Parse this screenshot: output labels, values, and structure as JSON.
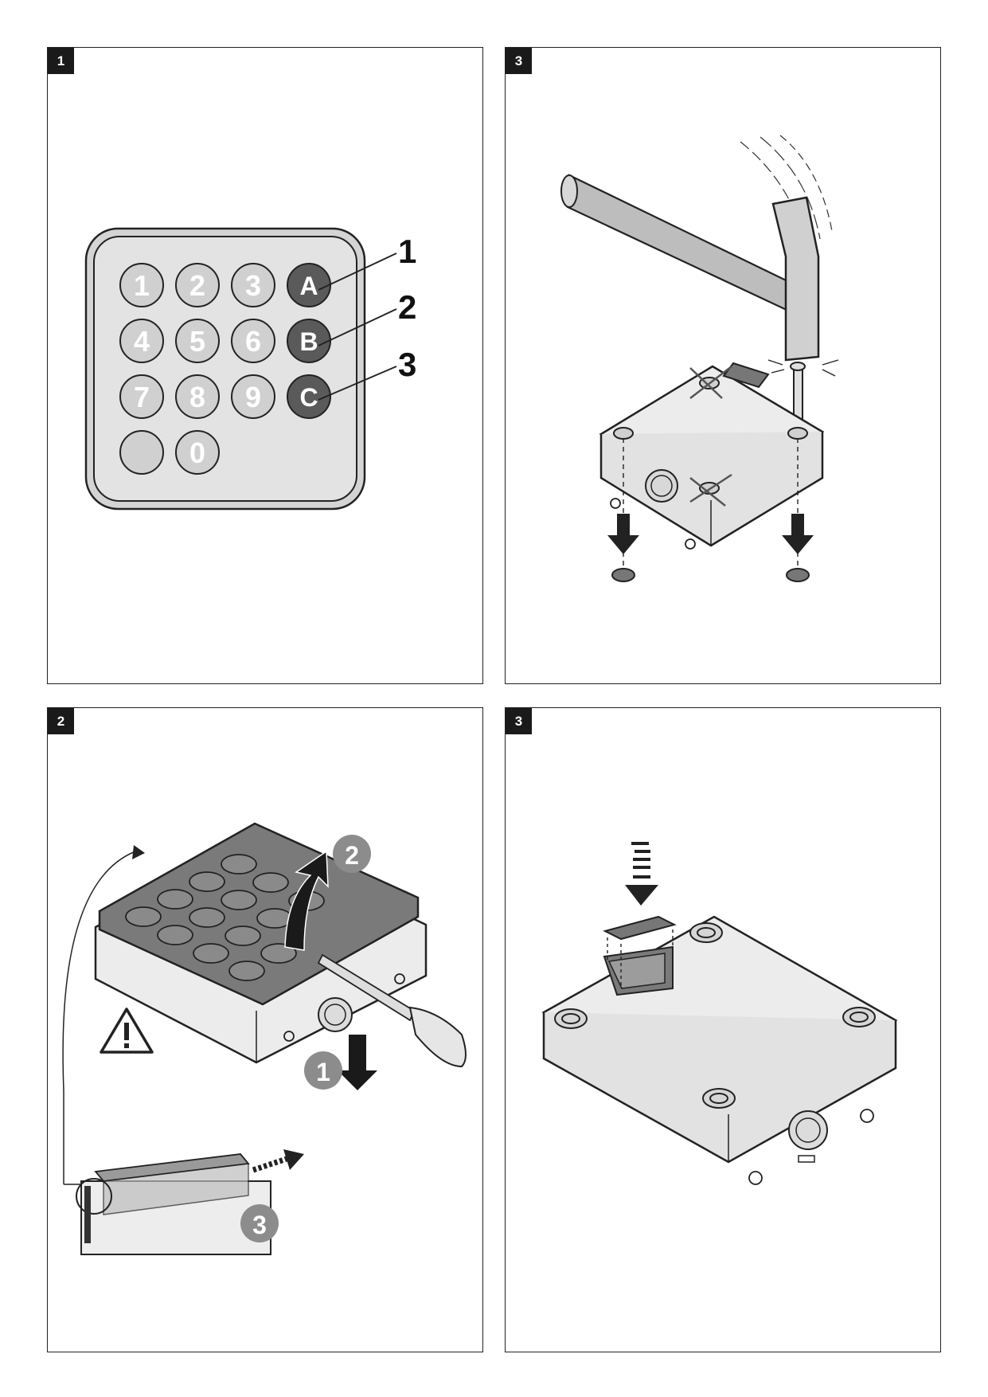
{
  "panels": {
    "p1": {
      "tag": "1"
    },
    "p2": {
      "tag": "3"
    },
    "p3": {
      "tag": "2"
    },
    "p4": {
      "tag": "3"
    }
  },
  "keypad": {
    "digits": [
      "1",
      "2",
      "3",
      "4",
      "5",
      "6",
      "7",
      "8",
      "9",
      "0"
    ],
    "functions": [
      "A",
      "B",
      "C"
    ],
    "callouts": [
      "1",
      "2",
      "3"
    ]
  },
  "steps": [
    "1",
    "2",
    "3"
  ],
  "colors": {
    "key_light": "#d9d9d9",
    "key_dark": "#5a5a5a",
    "body": "#e8e8e8",
    "lid": "#7a7a7a"
  }
}
